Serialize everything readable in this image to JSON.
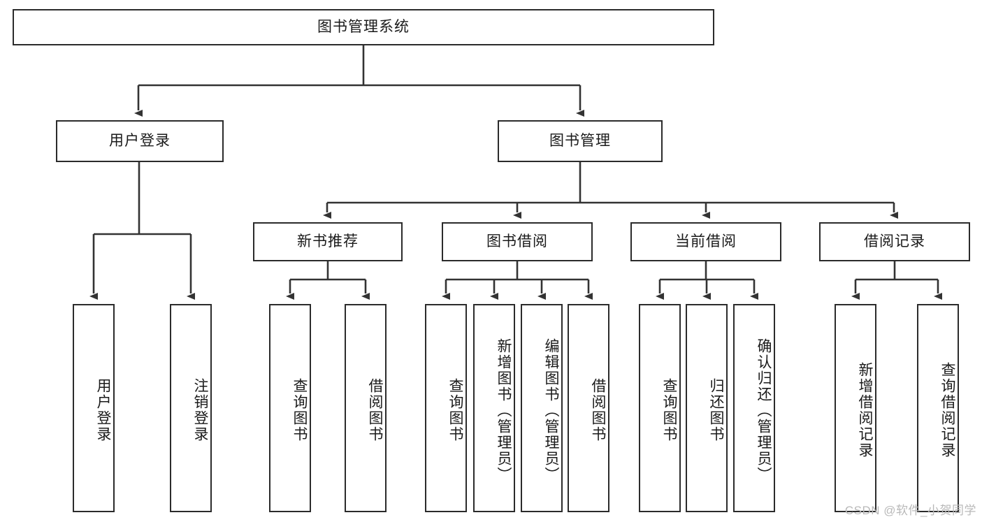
{
  "diagram": {
    "title": "图书管理系统",
    "type": "tree-hierarchy-chart",
    "colors": {
      "box_border": "#2b2b2b",
      "box_fill": "#ffffff",
      "connector": "#333333",
      "text": "#1a1a1a",
      "watermark": "#b9b9b9"
    },
    "root": {
      "label": "图书管理系统"
    },
    "level2": [
      {
        "label": "用户登录"
      },
      {
        "label": "图书管理"
      }
    ],
    "level3": [
      {
        "label": "新书推荐"
      },
      {
        "label": "图书借阅"
      },
      {
        "label": "当前借阅"
      },
      {
        "label": "借阅记录"
      }
    ],
    "leaves": {
      "user_login": [
        {
          "label": "用户登录"
        },
        {
          "label": "注销登录"
        }
      ],
      "new_book_recommend": [
        {
          "label": "查询图书"
        },
        {
          "label": "借阅图书"
        }
      ],
      "book_borrow": [
        {
          "label": "查询图书"
        },
        {
          "label": "新增图书（管理员）"
        },
        {
          "label": "编辑图书（管理员）"
        },
        {
          "label": "借阅图书"
        }
      ],
      "current_borrow": [
        {
          "label": "查询图书"
        },
        {
          "label": "归还图书"
        },
        {
          "label": "确认归还（管理员）"
        }
      ],
      "borrow_record": [
        {
          "label": "新增借阅记录"
        },
        {
          "label": "查询借阅记录"
        }
      ]
    },
    "watermark": "CSDN @软件_小贺同学"
  }
}
